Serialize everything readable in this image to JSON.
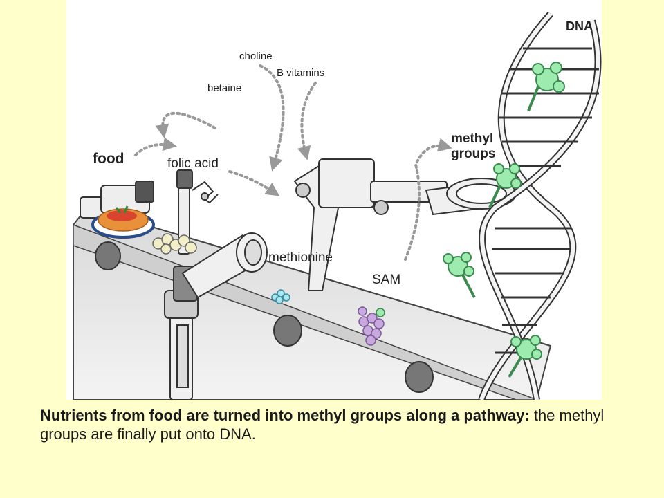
{
  "diagram": {
    "labels": {
      "food": "food",
      "folic_acid": "folic acid",
      "betaine": "betaine",
      "choline": "choline",
      "b_vitamins": "B vitamins",
      "methionine": "methionine",
      "sam": "SAM",
      "methyl_groups_1": "methyl",
      "methyl_groups_2": "groups",
      "dna": "DNA"
    },
    "colors": {
      "methyl": "#9EEBB0",
      "sam": "#C9A8E0",
      "methionine": "#A8E6F0",
      "pasta": "#E8913A",
      "sauce": "#D9442E",
      "folic": "#F2EFC8"
    }
  },
  "caption": {
    "bold": "Nutrients from food are turned into methyl groups along a pathway:",
    "normal": " the methyl groups are finally put onto DNA."
  }
}
